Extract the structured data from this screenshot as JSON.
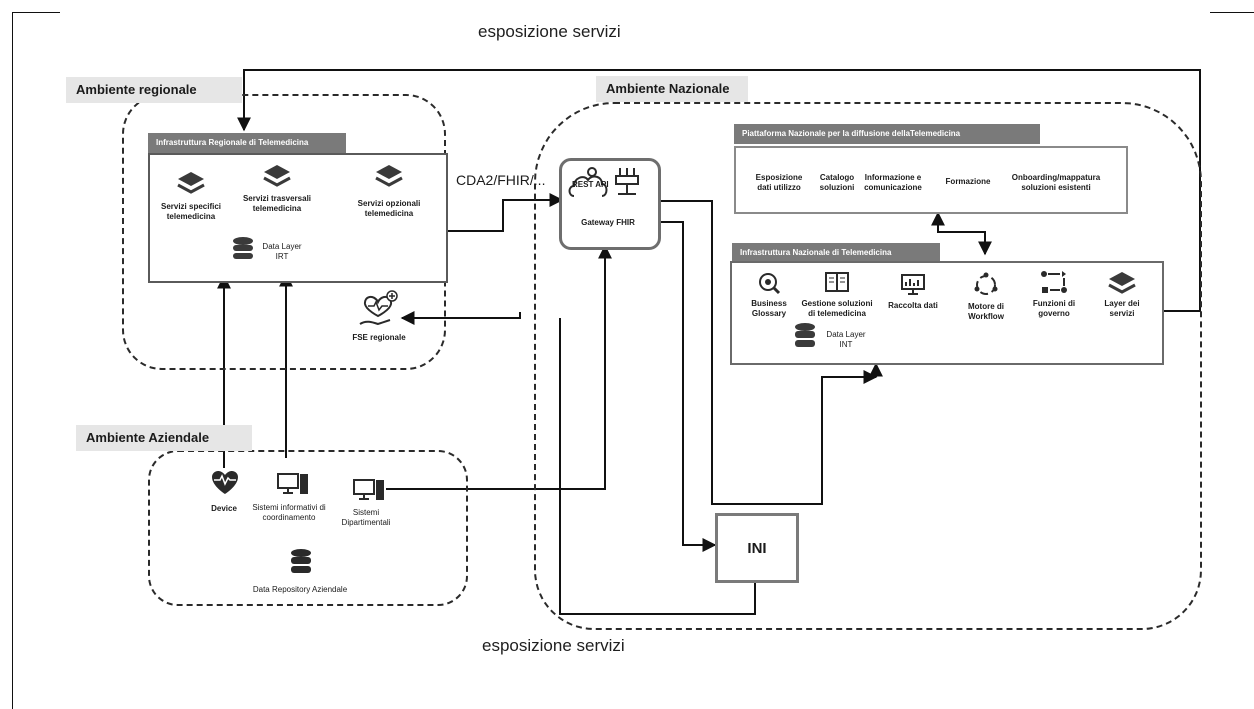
{
  "top_label": "esposizione servizi",
  "bottom_label": "esposizione servizi",
  "regional": {
    "env_label": "Ambiente regionale",
    "box_title": "Infrastruttura Regionale di Telemedicina",
    "services": [
      {
        "label": "Servizi specifici telemedicina",
        "icon": "layers-icon"
      },
      {
        "label": "Servizi trasversali telemedicina",
        "icon": "layers-icon"
      },
      {
        "label": "Servizi opzionali telemedicina",
        "icon": "layers-icon"
      }
    ],
    "data_layer": "Data Layer IRT",
    "fse": "FSE regionale"
  },
  "national": {
    "env_label": "Ambiente Nazionale",
    "gateway": "Gateway FHIR",
    "rest_api": "REST API",
    "cda_label": "CDA2/FHIR/...",
    "platform_title": "Piattaforma Nazionale per la diffusione dellaTelemedicina",
    "platform_items": [
      "Esposizione dati utilizzo",
      "Catalogo soluzioni",
      "Informazione e comunicazione",
      "Formazione",
      "Onboarding/mappatura soluzioni esistenti"
    ],
    "infra_title": "Infrastruttura Nazionale di Telemedicina",
    "infra_items": [
      {
        "label": "Business Glossary",
        "icon": "magnifier-icon"
      },
      {
        "label": "Gestione soluzioni di telemedicina",
        "icon": "book-icon"
      },
      {
        "label": "Raccolta dati",
        "icon": "monitor-chart-icon"
      },
      {
        "label": "Motore di Workflow",
        "icon": "cycle-icon"
      },
      {
        "label": "Funzioni di governo",
        "icon": "flow-icon"
      },
      {
        "label": "Layer dei servizi",
        "icon": "layers-icon"
      }
    ],
    "data_layer": "Data Layer INT",
    "ini": "INI"
  },
  "aziendale": {
    "env_label": "Ambiente  Aziendale",
    "device": "Device",
    "sistemi_coord": "Sistemi informativi di coordinamento",
    "sistemi_dip": "Sistemi Dipartimentali",
    "repository": "Data Repository Aziendale"
  }
}
